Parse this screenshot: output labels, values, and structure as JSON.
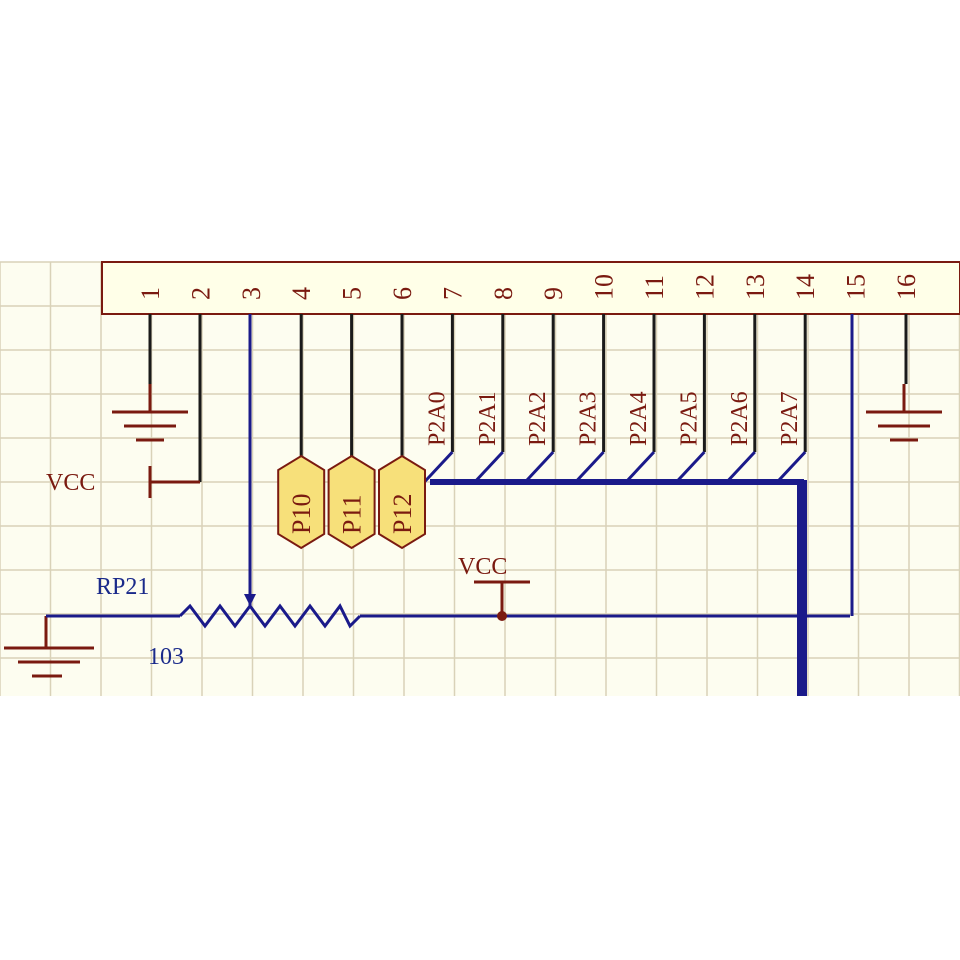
{
  "connector": {
    "pins": [
      "1",
      "2",
      "3",
      "4",
      "5",
      "6",
      "7",
      "8",
      "9",
      "10",
      "11",
      "12",
      "13",
      "14",
      "15",
      "16"
    ]
  },
  "net_labels": [
    "P2A0",
    "P2A1",
    "P2A2",
    "P2A3",
    "P2A4",
    "P2A5",
    "P2A6",
    "P2A7"
  ],
  "ports": [
    "P10",
    "P11",
    "P12"
  ],
  "power": {
    "vcc_left": "VCC",
    "vcc_mid": "VCC"
  },
  "potentiometer": {
    "designator": "RP21",
    "value": "103"
  },
  "colors": {
    "grid_background": "#fdfdf0",
    "grid_lines": "#d9d2b8",
    "connector_fill": "#ffffe8",
    "wire_dark": "#1a1a1a",
    "wire_blue": "#1a1a8a",
    "power_red": "#7a1a10",
    "port_fill": "#f7e07a"
  }
}
